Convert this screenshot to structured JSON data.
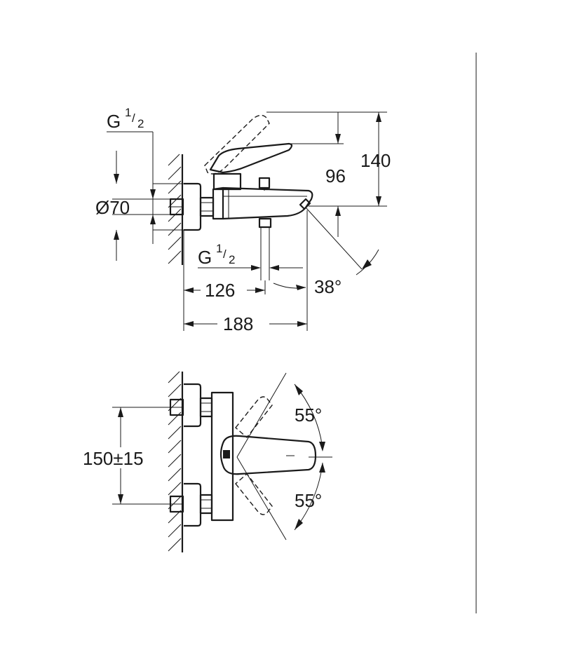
{
  "drawing": {
    "side_view": {
      "thread_top": {
        "base": "G",
        "num": "1",
        "den": "2"
      },
      "diameter": "Ø70",
      "height_lever": "140",
      "height_spout": "96",
      "thread_bottom": {
        "base": "G",
        "num": "1",
        "den": "2"
      },
      "depth_outlet": "126",
      "depth_total": "188",
      "spout_angle": "38°"
    },
    "top_view": {
      "center_distance": "150±15",
      "angle_upper": "55°",
      "angle_lower": "55°"
    }
  }
}
